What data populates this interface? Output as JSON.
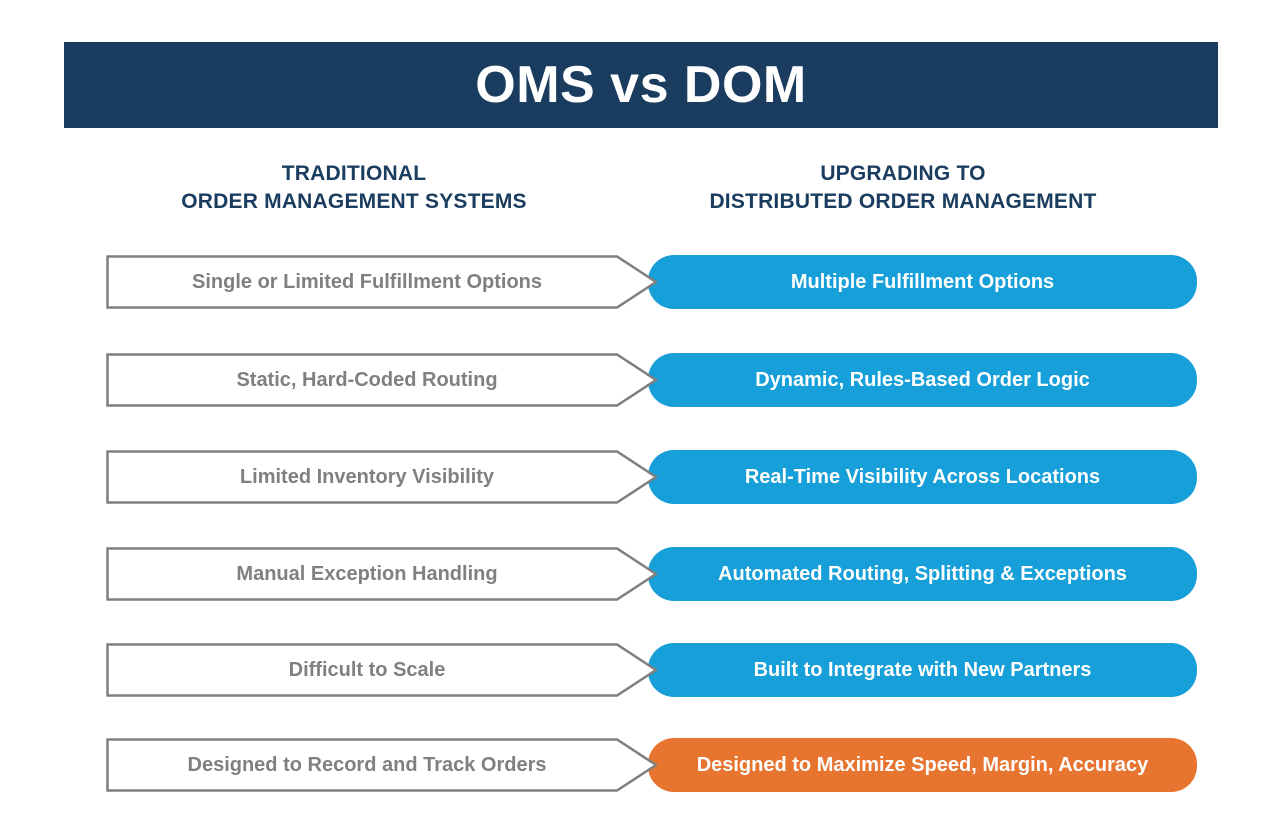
{
  "title": "OMS vs DOM",
  "columns": {
    "left": {
      "line1": "TRADITIONAL",
      "line2": "ORDER MANAGEMENT SYSTEMS"
    },
    "right": {
      "line1": "UPGRADING TO",
      "line2": "DISTRIBUTED ORDER MANAGEMENT"
    }
  },
  "rows": [
    {
      "left": "Single or Limited Fulfillment Options",
      "right": "Multiple Fulfillment Options",
      "accent": "#169FD8"
    },
    {
      "left": "Static, Hard-Coded Routing",
      "right": "Dynamic, Rules-Based Order Logic",
      "accent": "#169FD8"
    },
    {
      "left": "Limited Inventory Visibility",
      "right": "Real-Time Visibility Across Locations",
      "accent": "#169FD8"
    },
    {
      "left": "Manual Exception Handling",
      "right": "Automated Routing, Splitting & Exceptions",
      "accent": "#169FD8"
    },
    {
      "left": "Difficult to Scale",
      "right": "Built to Integrate with New Partners",
      "accent": "#169FD8"
    },
    {
      "left": "Designed to Record and Track Orders",
      "right": "Designed to Maximize Speed, Margin, Accuracy",
      "accent": "#E7742F"
    }
  ],
  "colors": {
    "header_bg": "#1A3C5F",
    "heading_text": "#1A3C5F",
    "box_border": "#7F7F7F",
    "box_text": "#808080",
    "box_fill": "#FFFFFF"
  }
}
